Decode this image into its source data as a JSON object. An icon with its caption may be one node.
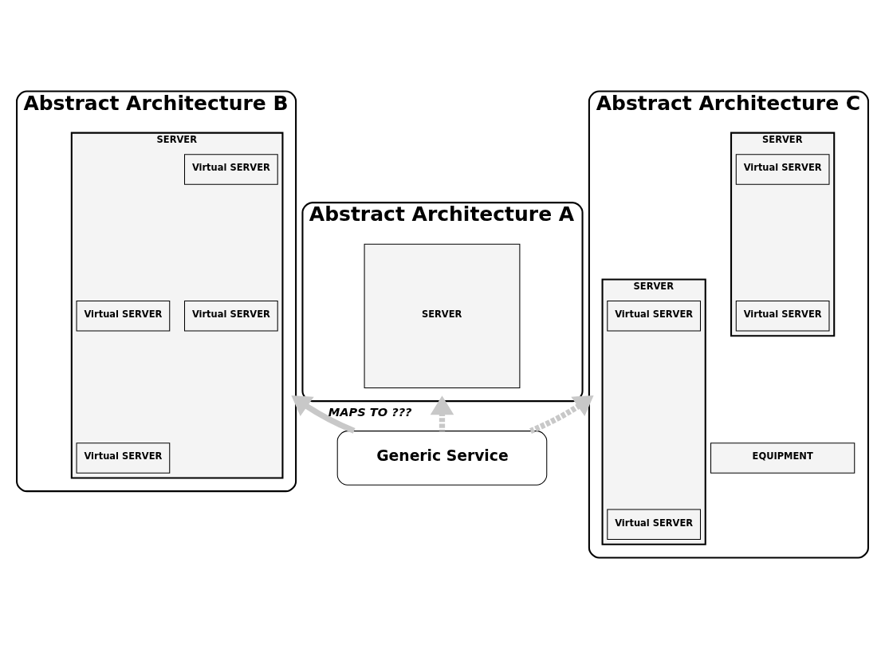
{
  "diagram": {
    "nodes": [
      {
        "text": [
          "Abstract Architecture A"
        ]
      },
      {
        "text": [
          "SERVER"
        ],
        "in": 0
      },
      {
        "text": [
          "Abstract Architecture B"
        ]
      },
      {
        "text": [
          "SERVER"
        ],
        "in": 2
      },
      {
        "text": [
          "Virtual SERVER"
        ],
        "in": 3
      },
      {
        "text": [
          "Virtual SERVER"
        ],
        "in": 3
      },
      {
        "text": [
          "Virtual SERVER"
        ],
        "in": 3
      },
      {
        "text": [
          "Virtual SERVER"
        ],
        "in": 3
      },
      {
        "text": [
          "Abstract Architecture C"
        ]
      },
      {
        "text": [
          "SERVER"
        ],
        "in": 8
      },
      {
        "text": [
          "Virtual SERVER"
        ],
        "in": 9
      },
      {
        "text": [
          "Virtual SERVER"
        ],
        "in": 9
      },
      {
        "text": [
          "EQUIPMENT"
        ],
        "in": 8
      },
      {
        "text": [
          "SERVER"
        ],
        "in": 8
      },
      {
        "text": [
          "Virtual SERVER"
        ],
        "in": 13
      },
      {
        "text": [
          "Virtual SERVER"
        ],
        "in": 13
      },
      {
        "text": [
          "Generic Service"
        ]
      }
    ],
    "edges": [
      {
        "from": 16,
        "to": 0,
        "arrow": "to",
        "style": "dashed"
      },
      {
        "from": 16,
        "to": 2,
        "arrow": "to",
        "label": "MAPS TO ???"
      },
      {
        "from": 16,
        "to": 8,
        "arrow": "to",
        "style": "dashed"
      }
    ]
  }
}
